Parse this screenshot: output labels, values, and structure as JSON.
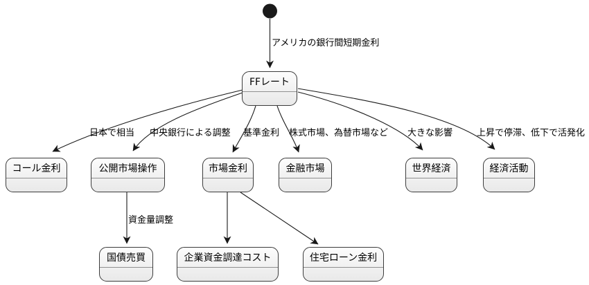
{
  "diagram_type": "state-diagram",
  "colors": {
    "background": "#ffffff",
    "node_fill_top": "#fdfdfd",
    "node_fill_bottom": "#e9e9e9",
    "node_border": "#3b3b3b",
    "node_divider": "#8f8f8f",
    "edge": "#181818",
    "text": "#000000",
    "initial_state": "#1a1a1a"
  },
  "nodes": {
    "ff_rate": {
      "label": "FFレート"
    },
    "call_rate": {
      "label": "コール金利"
    },
    "open_market_operations": {
      "label": "公開市場操作"
    },
    "market_rate": {
      "label": "市場金利"
    },
    "financial_markets": {
      "label": "金融市場"
    },
    "world_economy": {
      "label": "世界経済"
    },
    "economic_activity": {
      "label": "経済活動"
    },
    "bond_trading": {
      "label": "国債売買"
    },
    "corporate_funding_cost": {
      "label": "企業資金調達コスト"
    },
    "housing_loan_rate": {
      "label": "住宅ローン金利"
    }
  },
  "edges": {
    "initial_to_ff": {
      "from": "initial-state",
      "to": "ff_rate",
      "label": "アメリカの銀行間短期金利"
    },
    "ff_to_call": {
      "from": "ff_rate",
      "to": "call_rate",
      "label": "日本で相当"
    },
    "ff_to_open_market": {
      "from": "ff_rate",
      "to": "open_market_operations",
      "label": "中央銀行による調整"
    },
    "ff_to_market_rate": {
      "from": "ff_rate",
      "to": "market_rate",
      "label": "基準金利"
    },
    "ff_to_financial": {
      "from": "ff_rate",
      "to": "financial_markets",
      "label": "株式市場、為替市場など"
    },
    "ff_to_world": {
      "from": "ff_rate",
      "to": "world_economy",
      "label": "大きな影響"
    },
    "ff_to_activity": {
      "from": "ff_rate",
      "to": "economic_activity",
      "label": "上昇で停滞、低下で活発化"
    },
    "open_market_to_bonds": {
      "from": "open_market_operations",
      "to": "bond_trading",
      "label": "資金量調整"
    },
    "market_to_corporate": {
      "from": "market_rate",
      "to": "corporate_funding_cost"
    },
    "market_to_housing": {
      "from": "market_rate",
      "to": "housing_loan_rate"
    }
  }
}
